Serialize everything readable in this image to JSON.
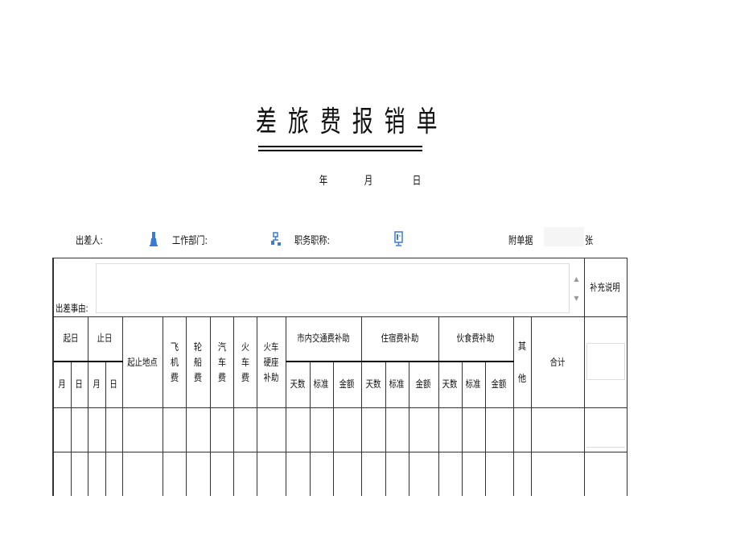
{
  "title": "差 旅 费 报 销 单",
  "date": {
    "year_label": "年",
    "month_label": "月",
    "day_label": "日"
  },
  "meta": {
    "traveler_label": "出差人:",
    "traveler_icon": "person-icon",
    "department_label": "工作部门:",
    "department_icon": "org-chart-icon",
    "position_label": "职务职称:",
    "position_icon": "badge-icon",
    "attachments_label": "附单据",
    "attachments_value": "",
    "attachments_unit": "张",
    "icon_color": "#3a7bd5"
  },
  "reason": {
    "label": "出差事由:",
    "value": "",
    "supplement_label": "补充说明"
  },
  "headers": {
    "start_date": "起日",
    "end_date": "止日",
    "month": "月",
    "day": "日",
    "route": "起止地点",
    "airfare": "飞机费",
    "ship_fare": "轮船费",
    "bus_fare": "汽车费",
    "train_fare": "火车费",
    "train_seat_subsidy_1": "火车",
    "train_seat_subsidy_2": "硬座",
    "train_seat_subsidy_3": "补助",
    "local_transport": "市内交通费补助",
    "lodging": "住宿费补助",
    "meals": "伙食费补助",
    "days": "天数",
    "standard": "标准",
    "amount": "金额",
    "other": "其他",
    "total": "合计"
  },
  "rows": [
    {
      "cells": []
    },
    {
      "cells": []
    }
  ]
}
